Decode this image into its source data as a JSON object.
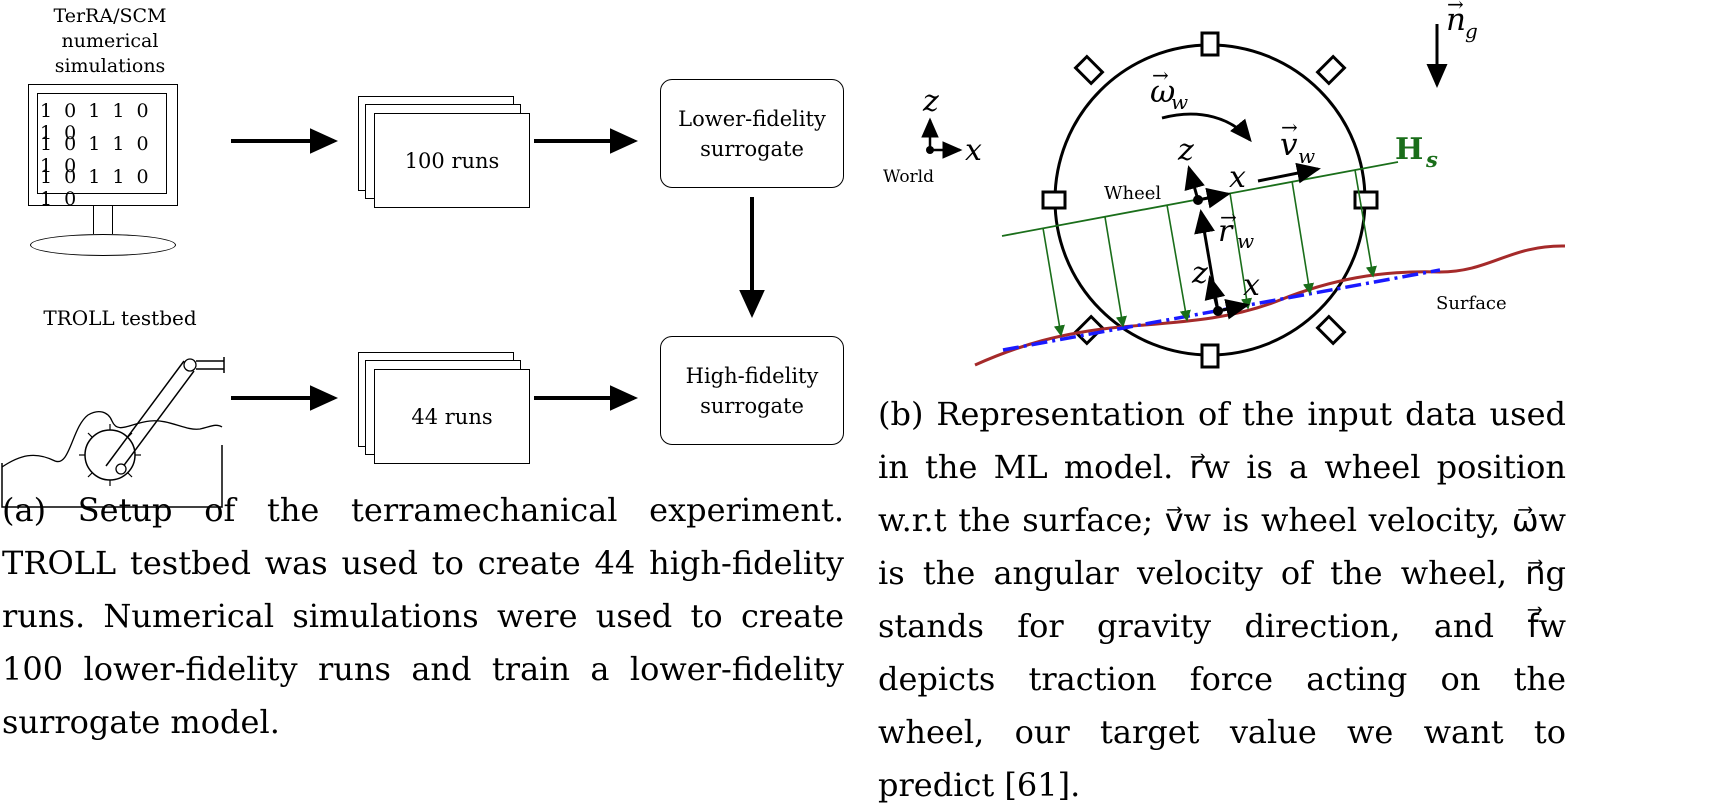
{
  "panel_a": {
    "sim_label": "TerRA/SCM numerical simulations",
    "binary_rows": [
      "1 0 1 1 0 1 0",
      "1 0 1 1 0 1 0",
      "1 0 1 1 0 1 0"
    ],
    "testbed_label": "TROLL testbed",
    "runs_top": "100 runs",
    "runs_bottom": "44 runs",
    "lower_surrogate": "Lower-fidelity surrogate",
    "high_surrogate": "High-fidelity surrogate",
    "caption": "(a)  Setup of the terramechanical experiment. TROLL testbed was used to create 44 high-fidelity runs.  Numerical simulations were used to create 100 lower-fidelity runs and train a lower-fidelity surrogate model."
  },
  "panel_b": {
    "world_label": "World",
    "world_z": "z",
    "world_x": "x",
    "wheel_label": "Wheel",
    "surface_label": "Surface",
    "omega_label": "ω",
    "omega_sub": "w",
    "v_label": "v",
    "v_sub": "w",
    "r_label": "r",
    "r_sub": "w",
    "n_label": "n",
    "n_sub": "g",
    "h_label": "H",
    "h_sub": "s",
    "wheel_z": "z",
    "wheel_x": "x",
    "contact_z": "z",
    "contact_x": "x",
    "caption": "(b) Representation of the input data used in the ML model. r⃗w is a wheel position w.r.t the surface; v⃗w is wheel velocity, ω⃗w is the angular velocity of the wheel, n⃗g stands for gravity direction, and f⃗w depicts traction force acting on the wheel, our target value we want to predict [61]."
  },
  "colors": {
    "hs_line": "#1a6e1a",
    "surface": "#a52a2a",
    "fit_line": "#1a1aff"
  }
}
